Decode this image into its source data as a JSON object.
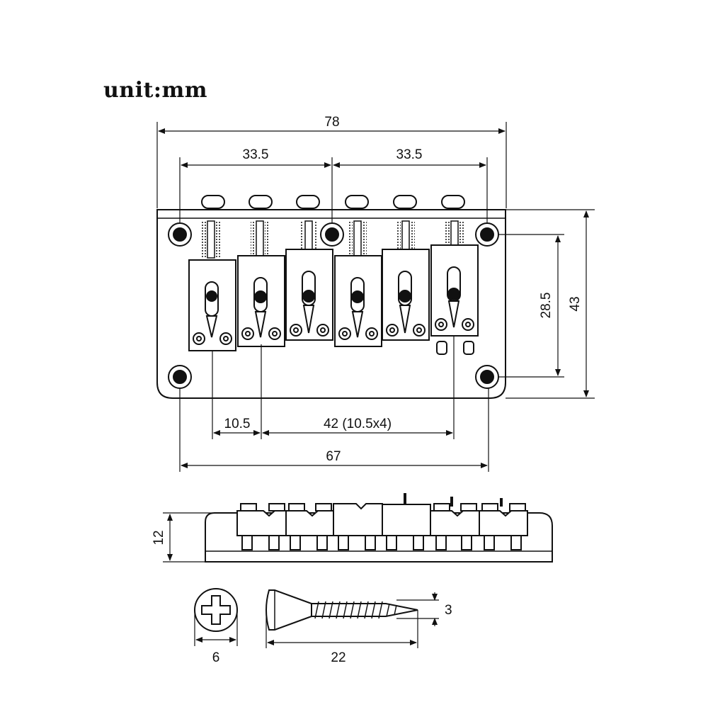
{
  "unit_label": "unit:mm",
  "dimensions": {
    "overall_width": "78",
    "half_span_left": "33.5",
    "half_span_right": "33.5",
    "mount_hole_height": "28.5",
    "overall_height": "43",
    "string_spacing": "10.5",
    "string_total": "42 (10.5x4)",
    "hole_span": "67",
    "side_height": "12",
    "screw_head_diameter": "6",
    "screw_length": "22",
    "screw_thread_diameter": "3"
  },
  "colors": {
    "line": "#111111",
    "background": "#ffffff"
  }
}
